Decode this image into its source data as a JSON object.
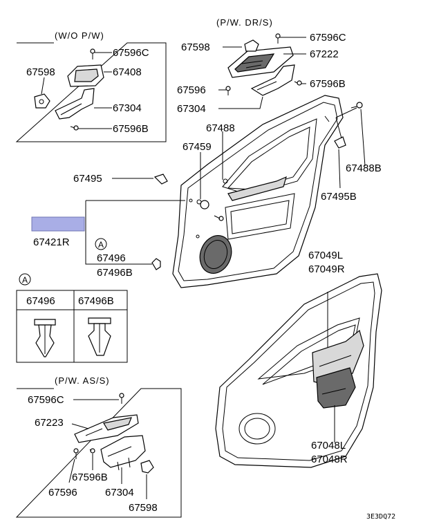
{
  "captions": {
    "wo_pw": "(W/O P/W)",
    "pw_dr": "(P/W. DR/S)",
    "pw_as": "(P/W. AS/S)"
  },
  "callout_marker": "A",
  "clip_table": {
    "headers": [
      "67496",
      "67496B"
    ]
  },
  "labels": {
    "l67596c_a": "67596C",
    "l67598_a": "67598",
    "l67408": "67408",
    "l67304_a": "67304",
    "l67596b_a": "67596B",
    "l67598_b": "67598",
    "l67596c_b": "67596C",
    "l67222": "67222",
    "l67596_b": "67596",
    "l67596b_b": "67596B",
    "l67304_b": "67304",
    "l67488": "67488",
    "l67459": "67459",
    "l67488b": "67488B",
    "l67495": "67495",
    "l67495b": "67495B",
    "l67421r": "67421R",
    "l67496": "67496",
    "l67496b": "67496B",
    "l67049l": "67049L",
    "l67049r": "67049R",
    "l67048l": "67048L",
    "l67048r": "67048R",
    "l67596c_c": "67596C",
    "l67223": "67223",
    "l67596b_c": "67596B",
    "l67596_c": "67596",
    "l67304_c": "67304",
    "l67598_c": "67598"
  },
  "colors": {
    "highlight": "#a9aee6"
  },
  "footer_code": "3E3DQ72"
}
